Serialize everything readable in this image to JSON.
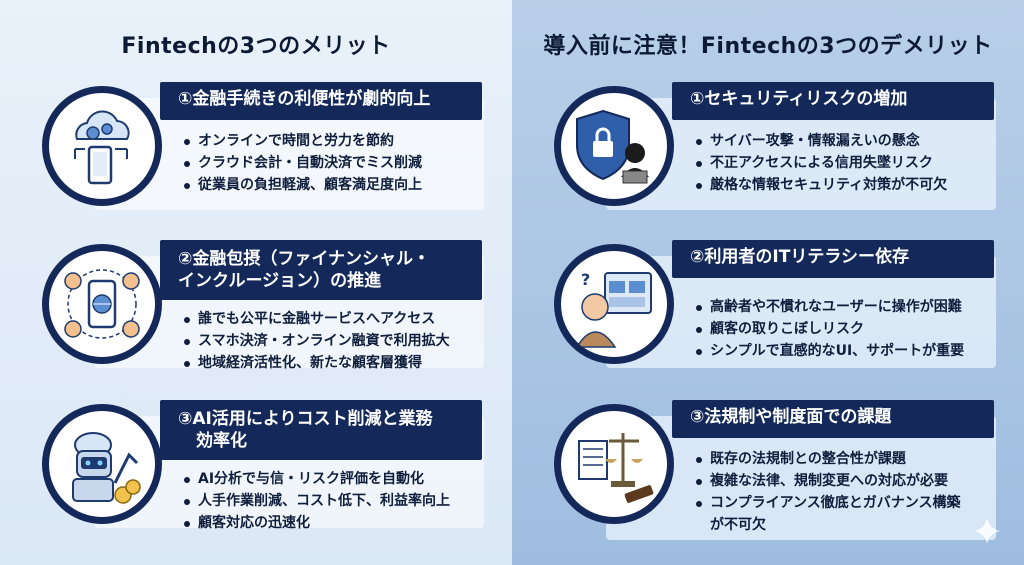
{
  "left": {
    "title": "Fintechの3つのメリット",
    "cards": [
      {
        "header": "①金融手続きの利便性が劇的向上",
        "icon": "cloud-phone-gears-icon",
        "bullets": [
          "オンラインで時間と労力を節約",
          "クラウド会計・自動決済でミス削減",
          "従業員の負担軽減、顧客満足度向上"
        ]
      },
      {
        "header_line1": "②金融包摂（ファイナンシャル・",
        "header_line2": "インクルージョン）の推進",
        "icon": "phone-globe-network-icon",
        "bullets": [
          "誰でも公平に金融サービスへアクセス",
          "スマホ決済・オンライン融資で利用拡大",
          "地域経済活性化、新たな顧客層獲得"
        ]
      },
      {
        "header_line1": "③AI活用によりコスト削減と業務",
        "header_line2": "効率化",
        "icon": "robot-coins-icon",
        "bullets": [
          "AI分析で与信・リスク評価を自動化",
          "人手作業削減、コスト低下、利益率向上",
          "顧客対応の迅速化"
        ]
      }
    ]
  },
  "right": {
    "title": "導入前に注意！Fintechの3つのデメリット",
    "cards": [
      {
        "header": "①セキュリティリスクの増加",
        "icon": "shield-lock-hacker-icon",
        "bullets": [
          "サイバー攻撃・情報漏えいの懸念",
          "不正アクセスによる信用失墜リスク",
          "厳格な情報セキュリティ対策が不可欠"
        ]
      },
      {
        "header": "②利用者のITリテラシー依存",
        "icon": "confused-elderly-user-icon",
        "bullets": [
          "高齢者や不慣れなユーザーに操作が困難",
          "顧客の取りこぼしリスク",
          "シンプルで直感的なUI、サポートが重要"
        ]
      },
      {
        "header": "③法規制や制度面での課題",
        "icon": "scales-gavel-document-icon",
        "bullets": [
          "既存の法規制との整合性が課題",
          "複雑な法律、規制変更への対応が必要",
          "コンプライアンス徹底とガバナンス構築",
          "が不可欠"
        ]
      }
    ]
  },
  "colors": {
    "navy": "#14295a",
    "left_bg": "#e3edf8",
    "right_bg": "#aec7e4"
  }
}
